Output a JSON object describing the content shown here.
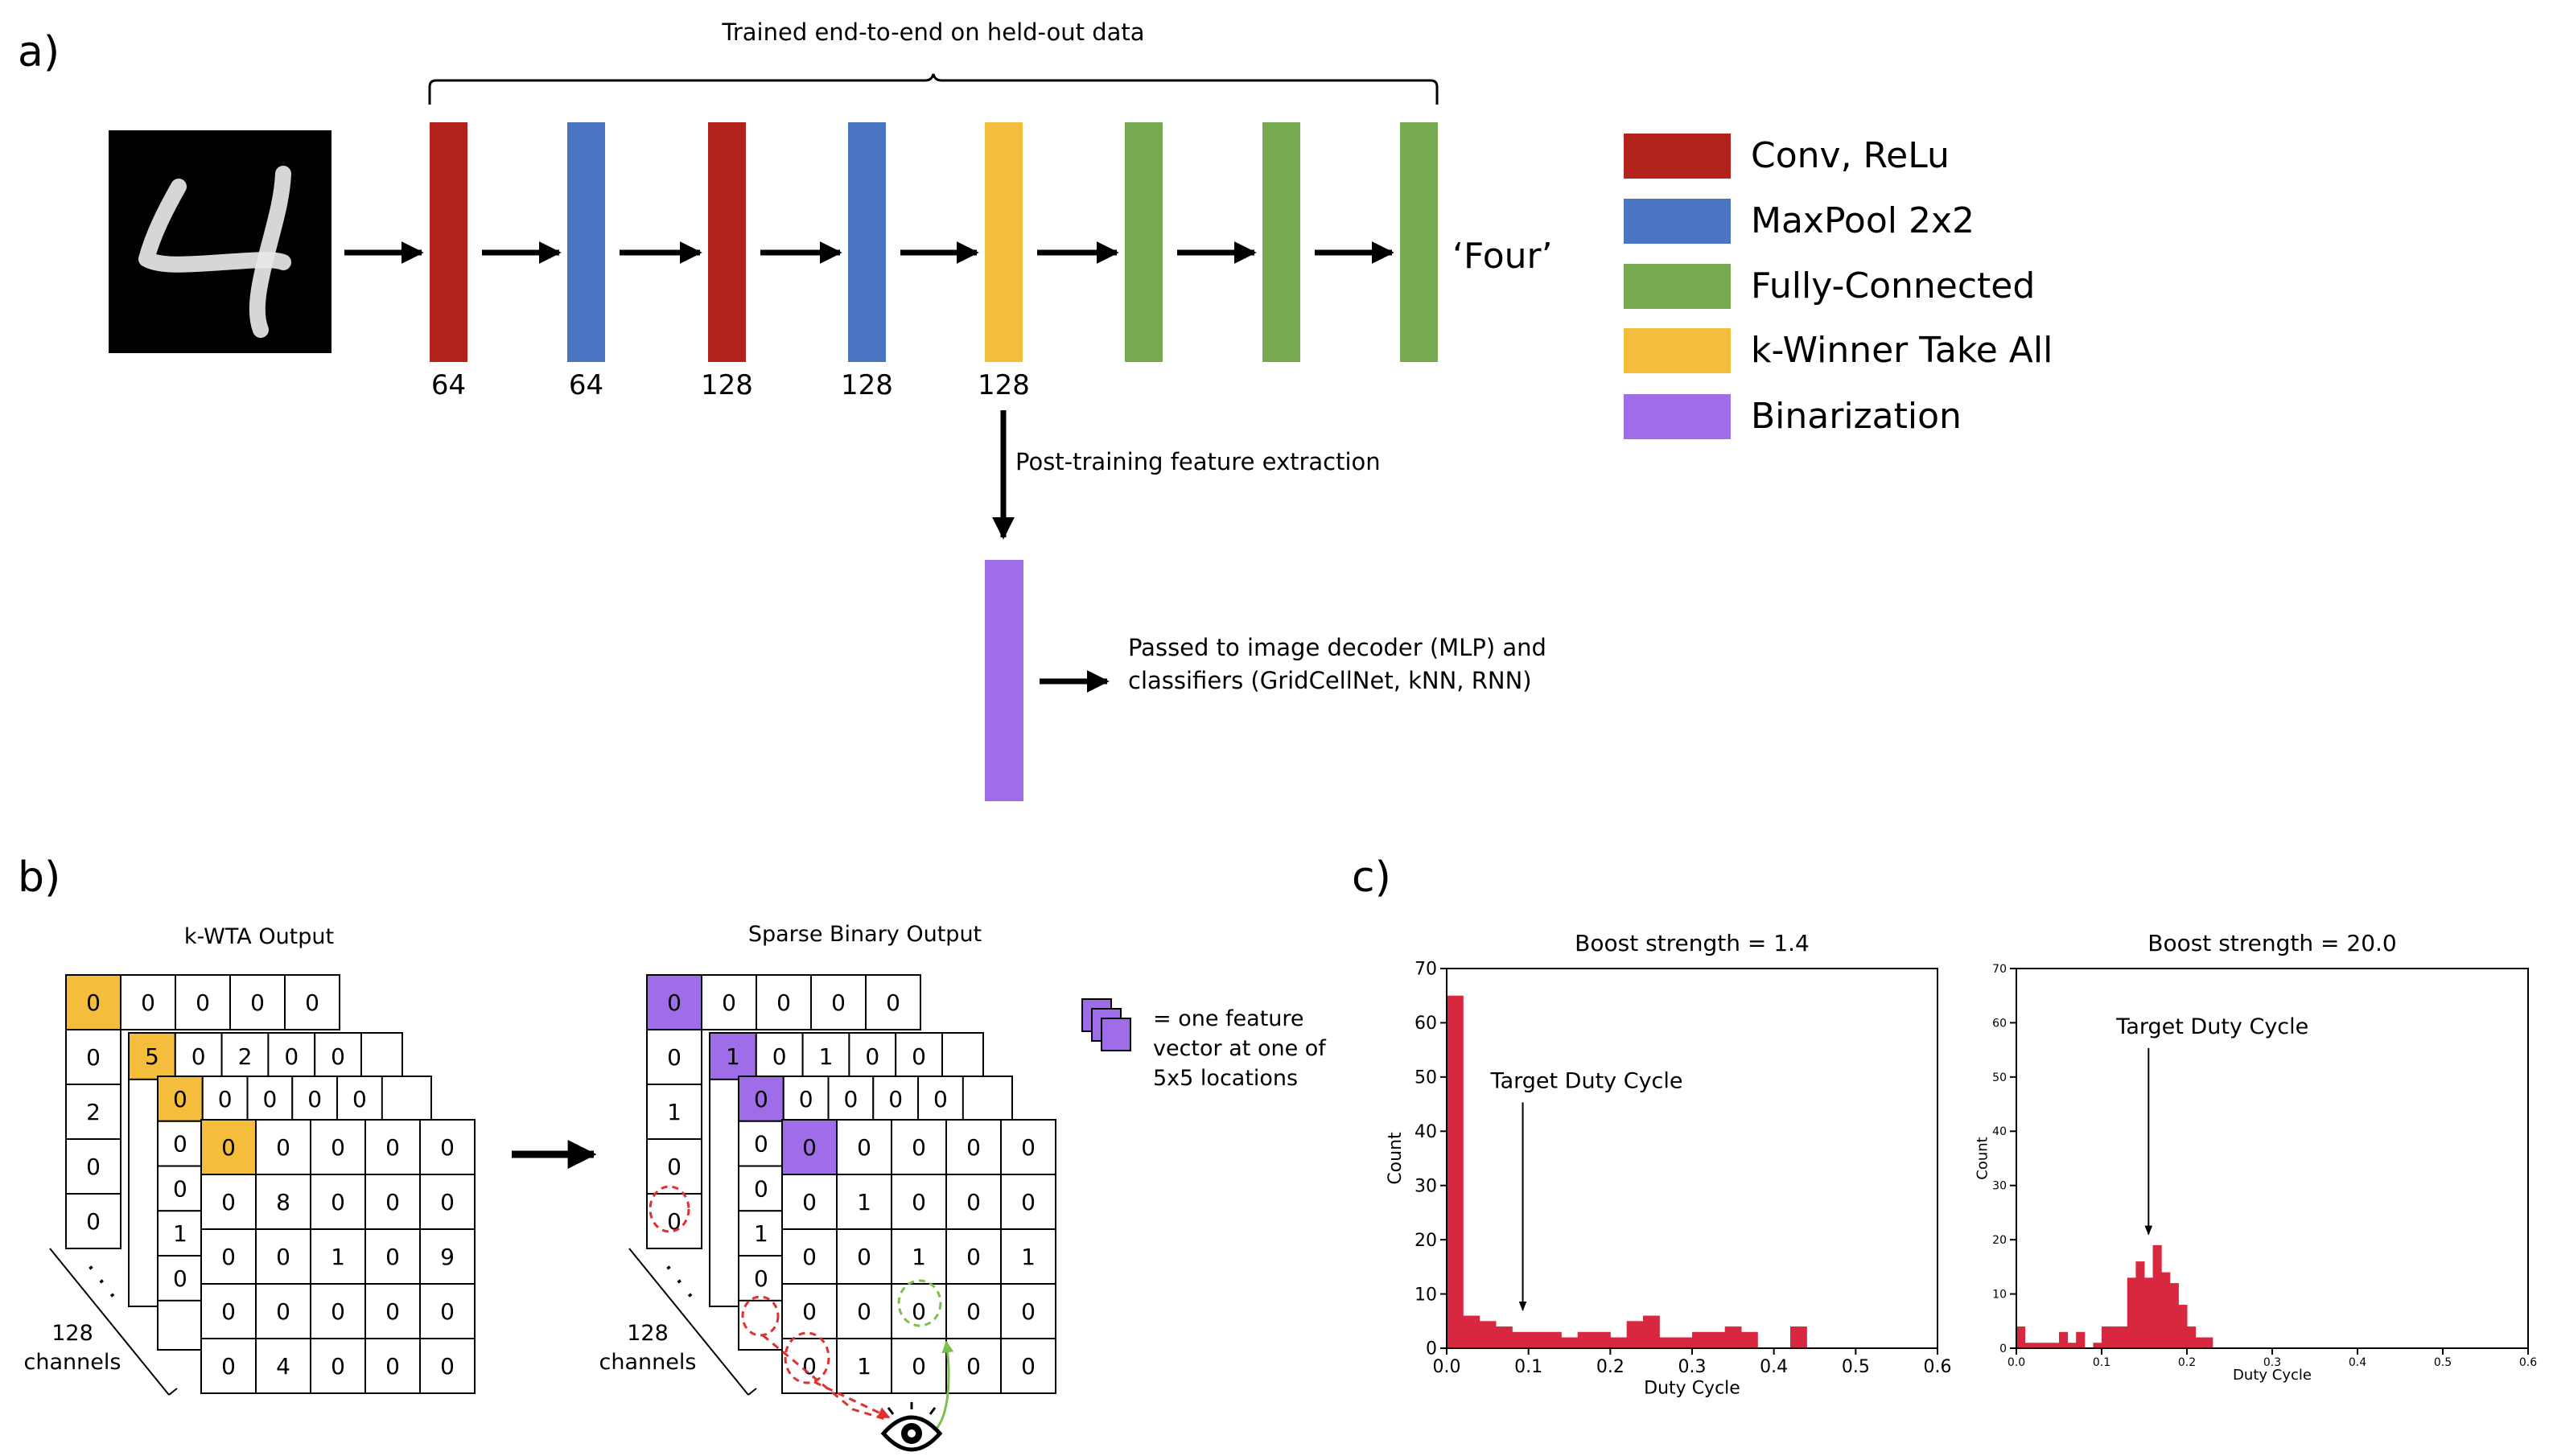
{
  "colors": {
    "conv": "#b3231d",
    "maxpool": "#4a74c4",
    "fc": "#76aa52",
    "kwta": "#f5bd3c",
    "binary": "#a06de8",
    "hist": "#d8283f",
    "eye": "#000000",
    "red_dash": "#e03030",
    "green_dash": "#7dbf4e"
  },
  "panel_a": {
    "label": "a)",
    "bracket_text": "Trained end-to-end on held-out data",
    "input_image": "handwritten digit 4 (MNIST)",
    "layers": [
      {
        "kind": "conv",
        "size": "64"
      },
      {
        "kind": "maxpool",
        "size": "64"
      },
      {
        "kind": "conv",
        "size": "128"
      },
      {
        "kind": "maxpool",
        "size": "128"
      },
      {
        "kind": "kwta",
        "size": "128"
      },
      {
        "kind": "fc",
        "size": ""
      },
      {
        "kind": "fc",
        "size": ""
      },
      {
        "kind": "fc",
        "size": ""
      }
    ],
    "output_label": "‘Four’",
    "extraction_text": "Post-training feature extraction",
    "passed_text_1": "Passed to image decoder (MLP) and",
    "passed_text_2": "classifiers (GridCellNet, kNN, RNN)",
    "legend": [
      {
        "label": "Conv, ReLu",
        "kind": "conv"
      },
      {
        "label": "MaxPool 2x2",
        "kind": "maxpool"
      },
      {
        "label": "Fully-Connected",
        "kind": "fc"
      },
      {
        "label": "k-Winner Take All",
        "kind": "kwta"
      },
      {
        "label": "Binarization",
        "kind": "binary"
      }
    ]
  },
  "panel_b": {
    "label": "b)",
    "kwta_title": "k-WTA Output",
    "binary_title": "Sparse Binary Output",
    "channels_num": "128",
    "channels_word": "channels",
    "dots": ". . .",
    "kwta_front": [
      [
        "0",
        "0",
        "0",
        "0",
        "0"
      ],
      [
        "0",
        "8",
        "0",
        "0",
        "0"
      ],
      [
        "0",
        "0",
        "1",
        "0",
        "9"
      ],
      [
        "0",
        "0",
        "0",
        "0",
        "0"
      ],
      [
        "0",
        "4",
        "0",
        "0",
        "0"
      ]
    ],
    "kwta_back1_row": [
      "0",
      "0",
      "0",
      "0",
      "0"
    ],
    "kwta_back1_col": [
      "0",
      "0",
      "1",
      "0"
    ],
    "kwta_back2_row": [
      "5",
      "0",
      "2",
      "0",
      "0"
    ],
    "kwta_back3_row": [
      "0",
      "0",
      "0",
      "0",
      "0"
    ],
    "kwta_back3_col": [
      "0",
      "2",
      "0",
      "0"
    ],
    "bin_front": [
      [
        "0",
        "0",
        "0",
        "0",
        "0"
      ],
      [
        "0",
        "1",
        "0",
        "0",
        "0"
      ],
      [
        "0",
        "0",
        "1",
        "0",
        "1"
      ],
      [
        "0",
        "0",
        "0",
        "0",
        "0"
      ],
      [
        "0",
        "1",
        "0",
        "0",
        "0"
      ]
    ],
    "bin_back1_row": [
      "0",
      "0",
      "0",
      "0",
      "0"
    ],
    "bin_back1_col": [
      "0",
      "0",
      "1",
      "0"
    ],
    "bin_back2_row": [
      "1",
      "0",
      "1",
      "0",
      "0"
    ],
    "bin_back3_row": [
      "0",
      "0",
      "0",
      "0",
      "0"
    ],
    "bin_back3_col": [
      "0",
      "1",
      "0",
      "0"
    ],
    "feature_legend_1": "= one feature",
    "feature_legend_2": "vector at one of",
    "feature_legend_3": "5x5 locations"
  },
  "panel_c": {
    "label": "c)",
    "target_label": "Target Duty Cycle"
  },
  "chart_data": [
    {
      "type": "bar",
      "title": "Boost strength = 1.4",
      "xlabel": "Duty Cycle",
      "ylabel": "Count",
      "xlim": [
        0.0,
        0.6
      ],
      "ylim": [
        0,
        70
      ],
      "xticks": [
        "0.0",
        "0.1",
        "0.2",
        "0.3",
        "0.4",
        "0.5",
        "0.6"
      ],
      "yticks": [
        "0",
        "10",
        "20",
        "30",
        "40",
        "50",
        "60",
        "70"
      ],
      "bin_width": 0.02,
      "x": [
        0.0,
        0.02,
        0.04,
        0.06,
        0.08,
        0.1,
        0.12,
        0.14,
        0.16,
        0.18,
        0.2,
        0.22,
        0.24,
        0.26,
        0.28,
        0.3,
        0.32,
        0.34,
        0.36,
        0.38,
        0.4,
        0.42,
        0.44
      ],
      "values": [
        65,
        6,
        5,
        4,
        3,
        3,
        3,
        2,
        3,
        3,
        2,
        5,
        6,
        2,
        2,
        3,
        3,
        4,
        3,
        0,
        0,
        4,
        0
      ],
      "annotation": {
        "text": "Target Duty Cycle",
        "x": 0.093,
        "y_tip": 7,
        "y_text": 48
      }
    },
    {
      "type": "bar",
      "title": "Boost strength = 20.0",
      "xlabel": "Duty Cycle",
      "ylabel": "Count",
      "xlim": [
        0.0,
        0.6
      ],
      "ylim": [
        0,
        70
      ],
      "xticks": [
        "0.0",
        "0.1",
        "0.2",
        "0.3",
        "0.4",
        "0.5",
        "0.6"
      ],
      "yticks": [
        "0",
        "10",
        "20",
        "30",
        "40",
        "50",
        "60",
        "70"
      ],
      "bin_width": 0.01,
      "x": [
        0.0,
        0.01,
        0.02,
        0.03,
        0.04,
        0.05,
        0.06,
        0.07,
        0.08,
        0.09,
        0.1,
        0.11,
        0.12,
        0.13,
        0.14,
        0.15,
        0.16,
        0.17,
        0.18,
        0.19,
        0.2,
        0.21,
        0.22
      ],
      "values": [
        4,
        1,
        1,
        1,
        1,
        3,
        1,
        3,
        0,
        1,
        4,
        4,
        4,
        13,
        16,
        13,
        19,
        14,
        12,
        8,
        4,
        2,
        2
      ],
      "annotation": {
        "text": "Target Duty Cycle",
        "x": 0.155,
        "y_tip": 21,
        "y_text": 58
      }
    }
  ]
}
